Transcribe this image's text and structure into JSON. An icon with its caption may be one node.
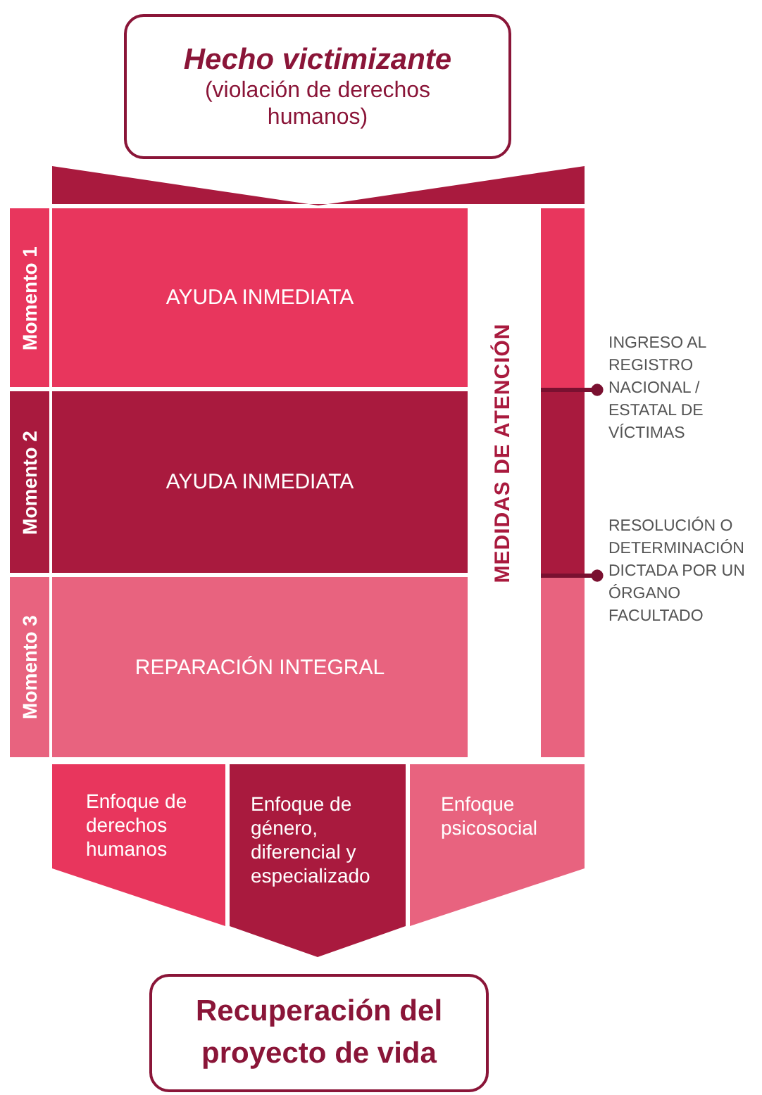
{
  "diagram": {
    "nodes": [
      {
        "text": [
          "Hecho victimizante",
          "(violación de derechos humanos)"
        ]
      },
      {
        "text": [
          "Momento 1"
        ]
      },
      {
        "text": [
          "AYUDA INMEDIATA"
        ]
      },
      {
        "text": [
          "Momento 2"
        ]
      },
      {
        "text": [
          "AYUDA INMEDIATA"
        ]
      },
      {
        "text": [
          "Momento 3"
        ]
      },
      {
        "text": [
          "REPARACIÓN INTEGRAL"
        ]
      },
      {
        "text": [],
        "shape": "bar"
      },
      {
        "text": [],
        "shape": "bar"
      },
      {
        "text": [],
        "shape": "bar"
      },
      {
        "text": [
          "INGRESO AL REGISTRO NACIONAL / ESTATAL DE VÍCTIMAS"
        ]
      },
      {
        "text": [
          "RESOLUCIÓN O DETERMINACIÓN DICTADA POR UN ÓRGANO FACULTADO"
        ]
      },
      {
        "text": [
          "Enfoque de derechos humanos"
        ]
      },
      {
        "text": [
          "Enfoque de género, diferencial y especializado"
        ]
      },
      {
        "text": [
          "Enfoque psicosocial"
        ]
      },
      {
        "text": [
          "Recuperación del proyecto de vida"
        ]
      },
      {
        "text": [],
        "shape": "chevron"
      }
    ],
    "edges": [
      {
        "from": 10,
        "to": 8,
        "arrow": "other"
      },
      {
        "from": 11,
        "to": 9,
        "arrow": "other"
      }
    ],
    "labels": [
      "MEDIDAS DE ATENCIÓN"
    ]
  }
}
